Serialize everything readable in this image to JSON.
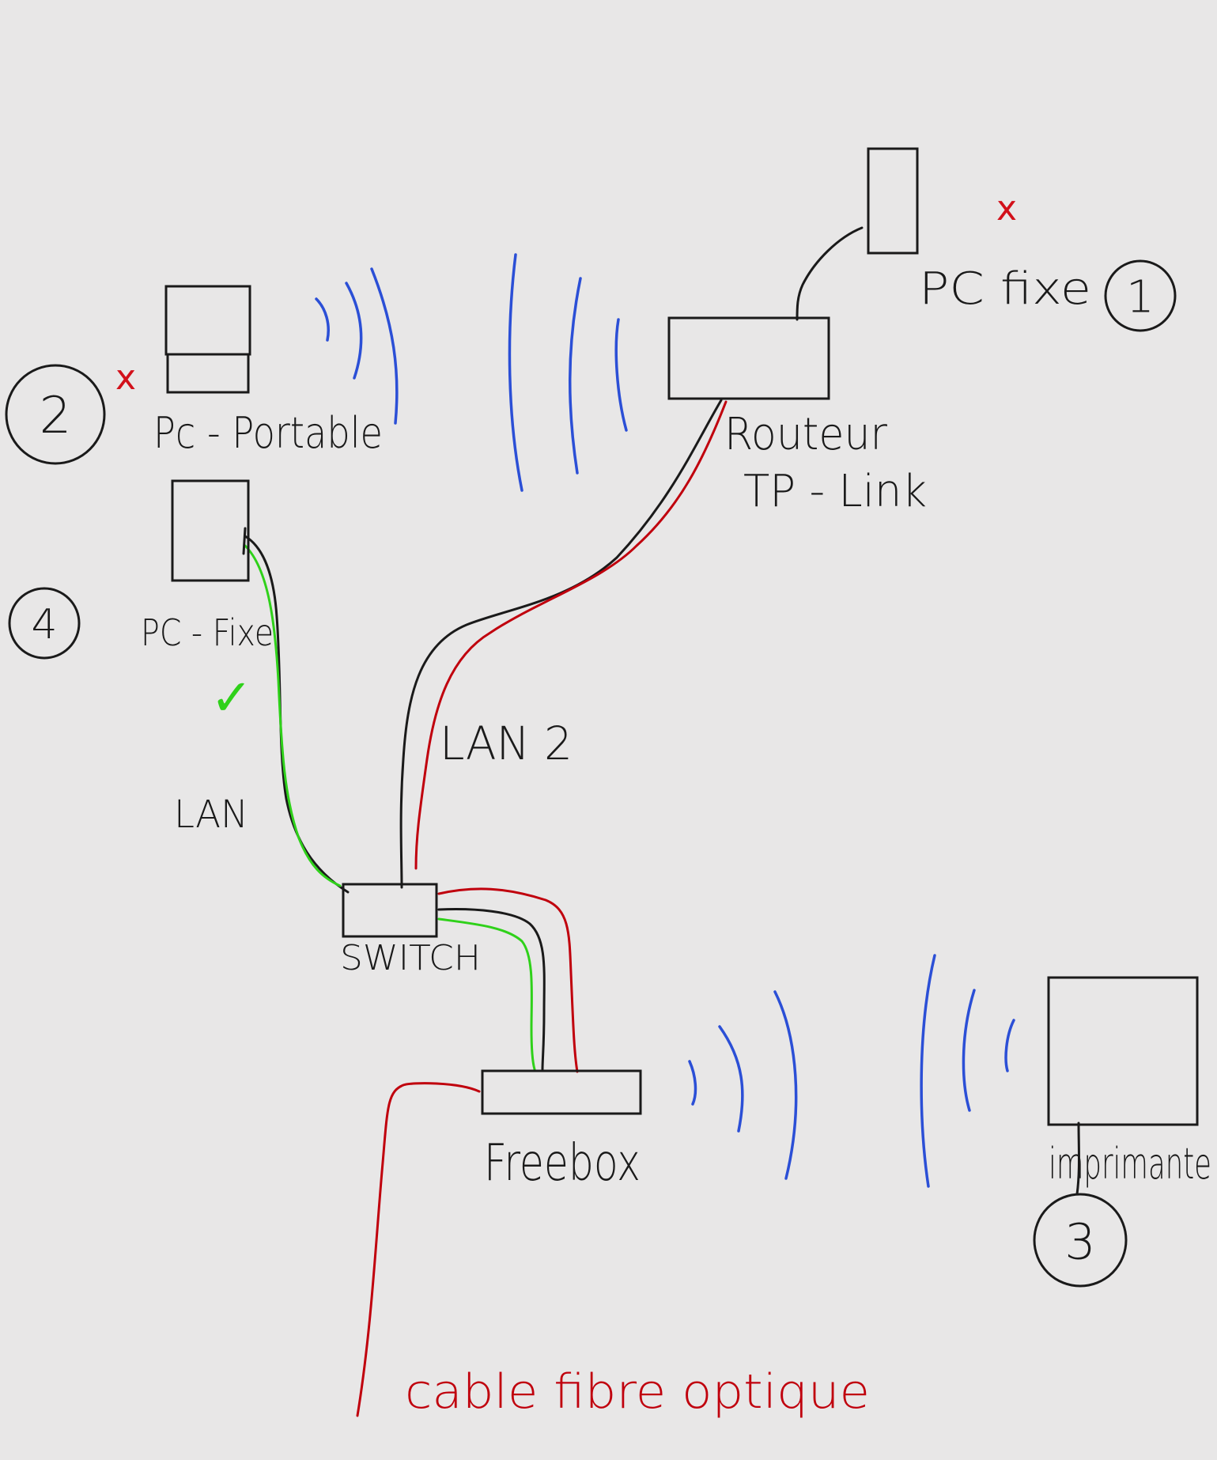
{
  "devices": {
    "pc_fixe_1": {
      "label": "PC fixe",
      "number": "1",
      "status_mark": "x"
    },
    "pc_portable": {
      "label": "Pc - Portable",
      "number": "2",
      "status_mark": "x"
    },
    "routeur": {
      "label_line1": "Routeur",
      "label_line2": "TP - Link"
    },
    "pc_fixe_4": {
      "label": "PC - Fixe",
      "number": "4",
      "status_mark": "✓"
    },
    "switch": {
      "label": "SWITCH"
    },
    "freebox": {
      "label": "Freebox"
    },
    "imprimante": {
      "label": "imprimante",
      "number": "3"
    }
  },
  "links": {
    "lan": "LAN",
    "lan2": "LAN 2",
    "fibre": "cable fibre optique"
  },
  "colors": {
    "background": "#e8e7e7",
    "ink": "#1a1a1a",
    "wire_red": "#c0000d",
    "wire_green": "#2fd11a",
    "wifi_blue": "#2b4fd6",
    "mark_red": "#d2101a",
    "mark_green": "#2fd11a"
  }
}
